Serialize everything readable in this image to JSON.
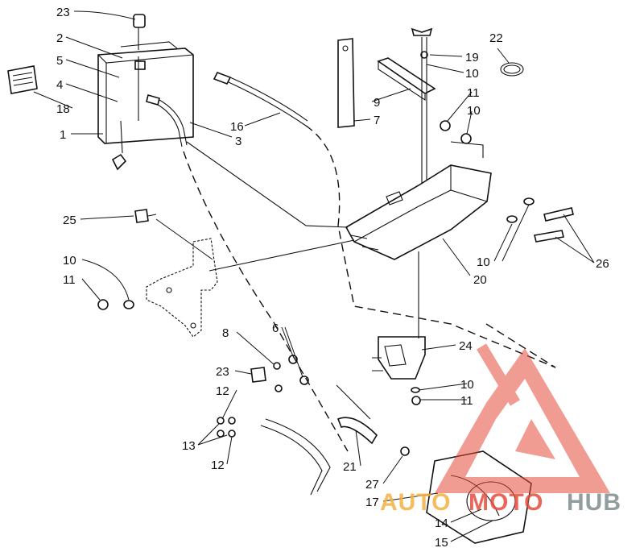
{
  "callouts": [
    {
      "id": "c23a",
      "text": "23"
    },
    {
      "id": "c2",
      "text": "2"
    },
    {
      "id": "c5",
      "text": "5"
    },
    {
      "id": "c4",
      "text": "4"
    },
    {
      "id": "c18",
      "text": "18"
    },
    {
      "id": "c1",
      "text": "1"
    },
    {
      "id": "c16",
      "text": "16"
    },
    {
      "id": "c3",
      "text": "3"
    },
    {
      "id": "c7",
      "text": "7"
    },
    {
      "id": "c9",
      "text": "9"
    },
    {
      "id": "c19",
      "text": "19"
    },
    {
      "id": "c10a",
      "text": "10"
    },
    {
      "id": "c22",
      "text": "22"
    },
    {
      "id": "c11a",
      "text": "11"
    },
    {
      "id": "c10b",
      "text": "10"
    },
    {
      "id": "c25",
      "text": "25"
    },
    {
      "id": "c10c",
      "text": "10"
    },
    {
      "id": "c11b",
      "text": "11"
    },
    {
      "id": "c10d",
      "text": "10"
    },
    {
      "id": "c26",
      "text": "26"
    },
    {
      "id": "c20",
      "text": "20"
    },
    {
      "id": "c8",
      "text": "8"
    },
    {
      "id": "c6",
      "text": "6"
    },
    {
      "id": "c24",
      "text": "24"
    },
    {
      "id": "c23b",
      "text": "23"
    },
    {
      "id": "c12a",
      "text": "12"
    },
    {
      "id": "c10e",
      "text": "10"
    },
    {
      "id": "c11c",
      "text": "11"
    },
    {
      "id": "c13",
      "text": "13"
    },
    {
      "id": "c12b",
      "text": "12"
    },
    {
      "id": "c21",
      "text": "21"
    },
    {
      "id": "c27",
      "text": "27"
    },
    {
      "id": "c17",
      "text": "17"
    },
    {
      "id": "c14",
      "text": "14"
    },
    {
      "id": "c15",
      "text": "15"
    }
  ],
  "watermark": {
    "part1": "AUTO",
    "part2": "MOTO",
    "part3": "HUB",
    "color_orange": "#f5b041",
    "color_red": "#e74c3c",
    "color_gray": "#7f8c8d"
  }
}
